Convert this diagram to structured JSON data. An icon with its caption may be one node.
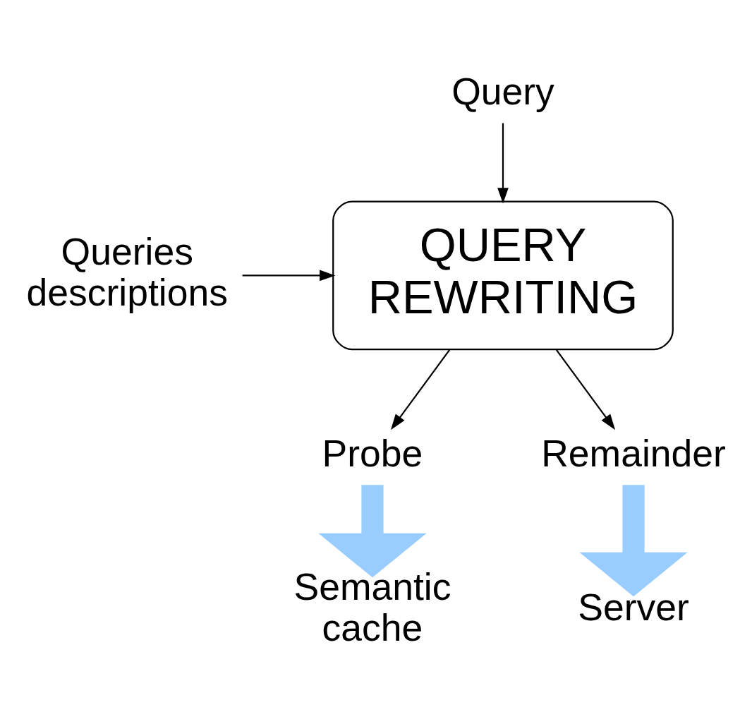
{
  "diagram": {
    "nodes": [
      {
        "text": [
          "Query"
        ]
      },
      {
        "text": [
          "Queries descriptions"
        ]
      },
      {
        "text": [
          "QUERY REWRITING"
        ]
      },
      {
        "text": [
          "Probe"
        ]
      },
      {
        "text": [
          "Remainder"
        ]
      },
      {
        "text": [
          "Semantic cache"
        ]
      },
      {
        "text": [
          "Server"
        ]
      }
    ],
    "edges": [
      {
        "from": 0,
        "to": 2,
        "arrow": "to"
      },
      {
        "from": 1,
        "to": 2,
        "arrow": "to"
      },
      {
        "from": 2,
        "to": 3,
        "arrow": "to"
      },
      {
        "from": 2,
        "to": 4,
        "arrow": "to"
      },
      {
        "from": 3,
        "to": 5,
        "arrow": "to",
        "style": "thick",
        "color": "#99ccff"
      },
      {
        "from": 4,
        "to": 6,
        "arrow": "to",
        "style": "thick",
        "color": "#99ccff"
      }
    ]
  }
}
